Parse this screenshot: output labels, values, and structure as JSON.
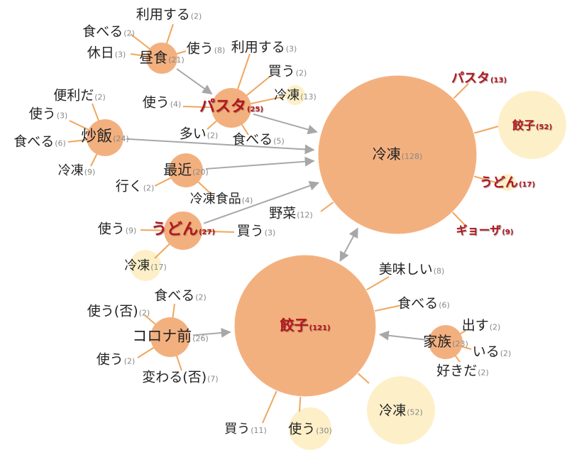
{
  "colors": {
    "node_orange": "#f3b07f",
    "node_cream": "#fdf0c8",
    "spoke": "#f0a65c",
    "arrow": "#a7a7a7",
    "highlight_text": "#b3161d"
  },
  "hubs": [
    {
      "id": "reitou",
      "label": "冷凍",
      "count": "(128)"
    },
    {
      "id": "gyoza",
      "label": "餃子",
      "count": "(121)"
    },
    {
      "id": "pasta",
      "label": "パスタ",
      "count": "(25)"
    },
    {
      "id": "chuushoku",
      "label": "昼食",
      "count": "(21)"
    },
    {
      "id": "chahan",
      "label": "炒飯",
      "count": "(24)"
    },
    {
      "id": "saikin",
      "label": "最近",
      "count": "(20)"
    },
    {
      "id": "udon",
      "label": "うどん",
      "count": "(27)"
    },
    {
      "id": "korona",
      "label": "コロナ前",
      "count": "(26)"
    },
    {
      "id": "kazoku",
      "label": "家族",
      "count": "(23)"
    }
  ],
  "words": [
    {
      "label": "利用する",
      "count": "(2)"
    },
    {
      "label": "食べる",
      "count": "(2)"
    },
    {
      "label": "休日",
      "count": "(3)"
    },
    {
      "label": "使う",
      "count": "(8)"
    },
    {
      "label": "利用する",
      "count": "(3)"
    },
    {
      "label": "買う",
      "count": "(2)"
    },
    {
      "label": "冷凍",
      "count": "(13)"
    },
    {
      "label": "使う",
      "count": "(4)"
    },
    {
      "label": "便利だ",
      "count": "(2)"
    },
    {
      "label": "使う",
      "count": "(3)"
    },
    {
      "label": "食べる",
      "count": "(6)"
    },
    {
      "label": "冷凍",
      "count": "(9)"
    },
    {
      "label": "多い",
      "count": "(2)"
    },
    {
      "label": "食べる",
      "count": "(5)"
    },
    {
      "label": "行く",
      "count": "(2)"
    },
    {
      "label": "冷凍食品",
      "count": "(4)"
    },
    {
      "label": "使う",
      "count": "(9)"
    },
    {
      "label": "買う",
      "count": "(3)"
    },
    {
      "label": "冷凍",
      "count": "(17)"
    },
    {
      "label": "野菜",
      "count": "(12)"
    },
    {
      "label": "パスタ",
      "count": "(13)"
    },
    {
      "label": "餃子",
      "count": "(52)"
    },
    {
      "label": "うどん",
      "count": "(17)"
    },
    {
      "label": "ギョーザ",
      "count": "(9)"
    },
    {
      "label": "美味しい",
      "count": "(8)"
    },
    {
      "label": "食べる",
      "count": "(6)"
    },
    {
      "label": "出す",
      "count": "(2)"
    },
    {
      "label": "いる",
      "count": "(2)"
    },
    {
      "label": "好きだ",
      "count": "(2)"
    },
    {
      "label": "食べる",
      "count": "(2)"
    },
    {
      "label": "使う(否)",
      "count": "(2)"
    },
    {
      "label": "使う",
      "count": "(2)"
    },
    {
      "label": "変わる(否)",
      "count": "(7)"
    },
    {
      "label": "冷凍",
      "count": "(52)"
    },
    {
      "label": "買う",
      "count": "(11)"
    },
    {
      "label": "使う",
      "count": "(30)"
    }
  ]
}
